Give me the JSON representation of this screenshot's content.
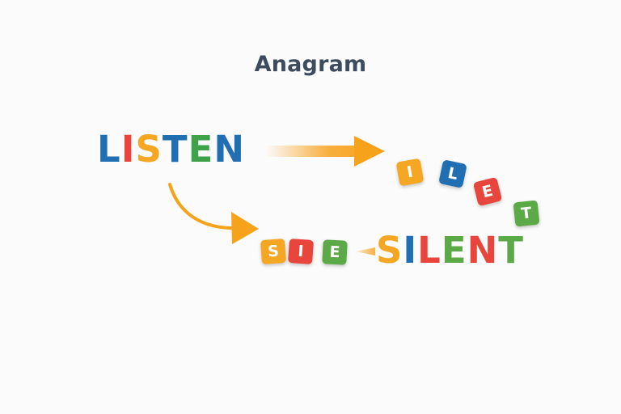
{
  "title": "Anagram",
  "source_word": {
    "letters": [
      {
        "char": "L",
        "color": "#1f6fb2"
      },
      {
        "char": "I",
        "color": "#e8453c"
      },
      {
        "char": "S",
        "color": "#f5a623"
      },
      {
        "char": "T",
        "color": "#1f6fb2"
      },
      {
        "char": "E",
        "color": "#3fa24a"
      },
      {
        "char": "N",
        "color": "#1f6fb2"
      }
    ]
  },
  "target_word": {
    "letters": [
      {
        "char": "S",
        "color": "#f5a623"
      },
      {
        "char": "I",
        "color": "#1f6fb2"
      },
      {
        "char": "L",
        "color": "#e8453c"
      },
      {
        "char": "E",
        "color": "#5caa47"
      },
      {
        "char": "N",
        "color": "#e8453c"
      },
      {
        "char": "T",
        "color": "#5caa47"
      }
    ]
  },
  "tiles_upper": [
    {
      "char": "I",
      "color": "#f5a623",
      "name": "tile-i-orange"
    },
    {
      "char": "L",
      "color": "#1f6fb2",
      "name": "tile-l-blue"
    },
    {
      "char": "E",
      "color": "#e8453c",
      "name": "tile-e-red"
    },
    {
      "char": "T",
      "color": "#5caa47",
      "name": "tile-t-green"
    }
  ],
  "tiles_lower": [
    {
      "char": "S",
      "color": "#f5a623",
      "name": "tile-s-orange"
    },
    {
      "char": "I",
      "color": "#e8453c",
      "name": "tile-i-red"
    },
    {
      "char": "E",
      "color": "#5caa47",
      "name": "tile-e-green"
    }
  ],
  "arrow_color": "#f7a21b"
}
